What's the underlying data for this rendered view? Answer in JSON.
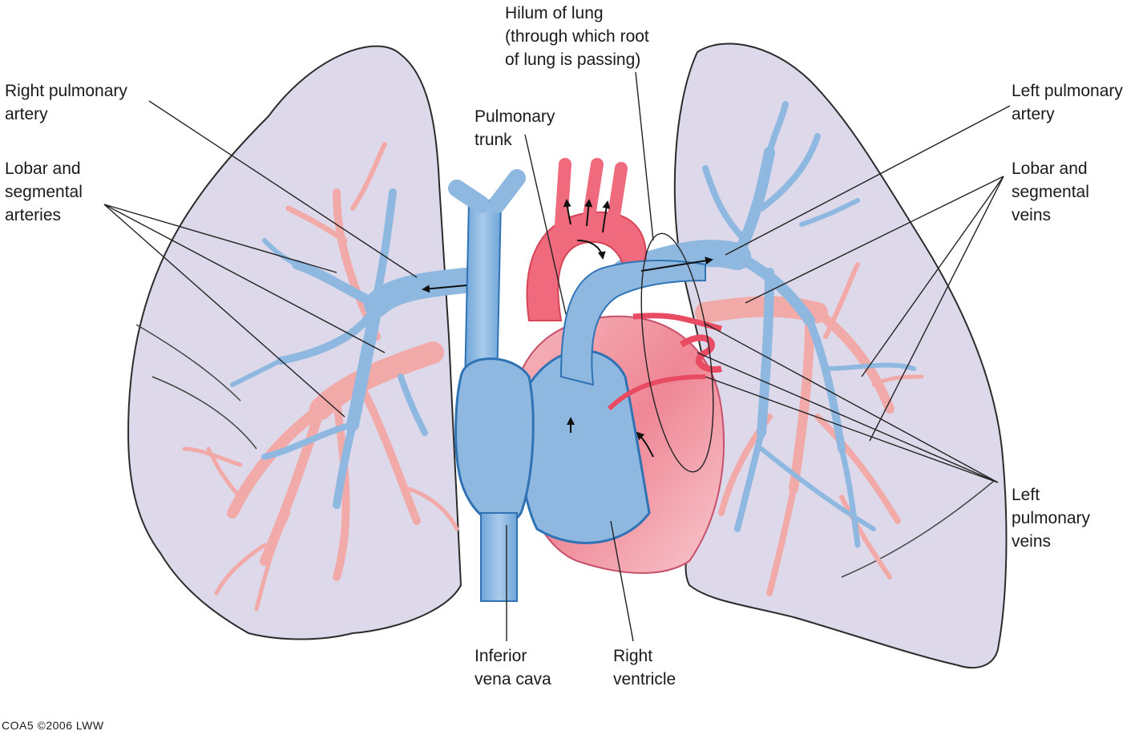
{
  "labels": {
    "hilum": [
      "Hilum of lung",
      "(through which root",
      "of lung is passing)"
    ],
    "right_pulmonary_artery": [
      "Right pulmonary",
      "artery"
    ],
    "lobar_segmental_arteries": [
      "Lobar and",
      "segmental",
      "arteries"
    ],
    "pulmonary_trunk": [
      "Pulmonary",
      "trunk"
    ],
    "left_pulmonary_artery": [
      "Left pulmonary",
      "artery"
    ],
    "lobar_segmental_veins": [
      "Lobar and",
      "segmental",
      "veins"
    ],
    "left_pulmonary_veins": [
      "Left",
      "pulmonary",
      "veins"
    ],
    "inferior_vena_cava": [
      "Inferior",
      "vena cava"
    ],
    "right_ventricle": [
      "Right",
      "ventricle"
    ]
  },
  "credit": "COA5 ©2006 LWW",
  "colors": {
    "lung_fill": "#ddd9ea",
    "lung_outline": "#2b2b2b",
    "vein_blue": "#8fb8e0",
    "vein_blue_dark": "#2f73b5",
    "artery_pink": "#f2aaa8",
    "heart_red": "#e94c62",
    "heart_pink": "#f39aa4",
    "leader_line": "#222222"
  }
}
